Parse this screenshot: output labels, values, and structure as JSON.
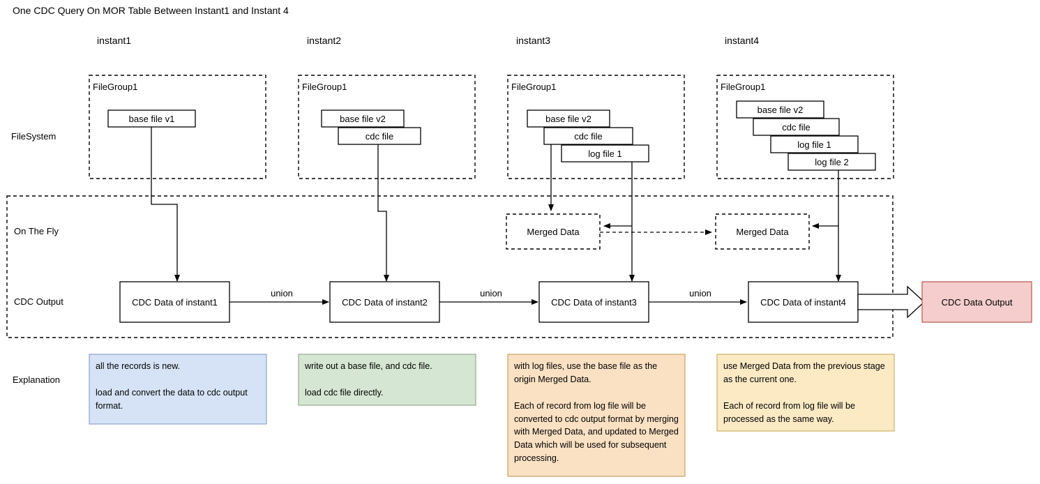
{
  "title": "One CDC Query On MOR Table Between Instant1 and Instant 4",
  "row_labels": {
    "filesystem": "FileSystem",
    "on_the_fly": "On The Fly",
    "cdc_output": "CDC Output",
    "explanation": "Explanation"
  },
  "columns": [
    {
      "instant_label": "instant1",
      "group_label": "FileGroup1",
      "files": [
        "base file v1"
      ],
      "cdc_node": "CDC Data of instant1",
      "merged_node": null,
      "union_label": "union",
      "explanation": "all the records is new.\n\nload and convert the data to cdc output format.",
      "explanation_fill": "#d6e3f7",
      "explanation_stroke": "#8ea4c8"
    },
    {
      "instant_label": "instant2",
      "group_label": "FileGroup1",
      "files": [
        "base file v2",
        "cdc file"
      ],
      "cdc_node": "CDC Data of instant2",
      "merged_node": null,
      "union_label": "union",
      "explanation": "write out a base file, and cdc file.\n\nload cdc file directly.",
      "explanation_fill": "#d5e6d2",
      "explanation_stroke": "#91ad8c"
    },
    {
      "instant_label": "instant3",
      "group_label": "FileGroup1",
      "files": [
        "base file v2",
        "cdc file",
        "log file 1"
      ],
      "cdc_node": "CDC Data of instant3",
      "merged_node": "Merged Data",
      "union_label": "union",
      "explanation": "with log files, use the base file as the origin Merged Data.\n\nEach of record from log file will be converted to cdc output format by merging with Merged Data, and updated to Merged Data which will be used for subsequent processing.",
      "explanation_fill": "#fae1c3",
      "explanation_stroke": "#c9a264"
    },
    {
      "instant_label": "instant4",
      "group_label": "FileGroup1",
      "files": [
        "base file v2",
        "cdc file",
        "log file 1",
        "log file 2"
      ],
      "cdc_node": "CDC Data of instant4",
      "merged_node": "Merged Data",
      "union_label": null,
      "explanation": "use Merged Data from the previous stage as the current one.\n\nEach of record from log file will be processed as the same way.",
      "explanation_fill": "#fbeac4",
      "explanation_stroke": "#c9b268"
    }
  ],
  "output_node": {
    "label": "CDC Data Output",
    "fill": "#f5cdcd",
    "stroke": "#b85450"
  },
  "colors": {
    "stroke": "#000000",
    "background": "#ffffff"
  }
}
